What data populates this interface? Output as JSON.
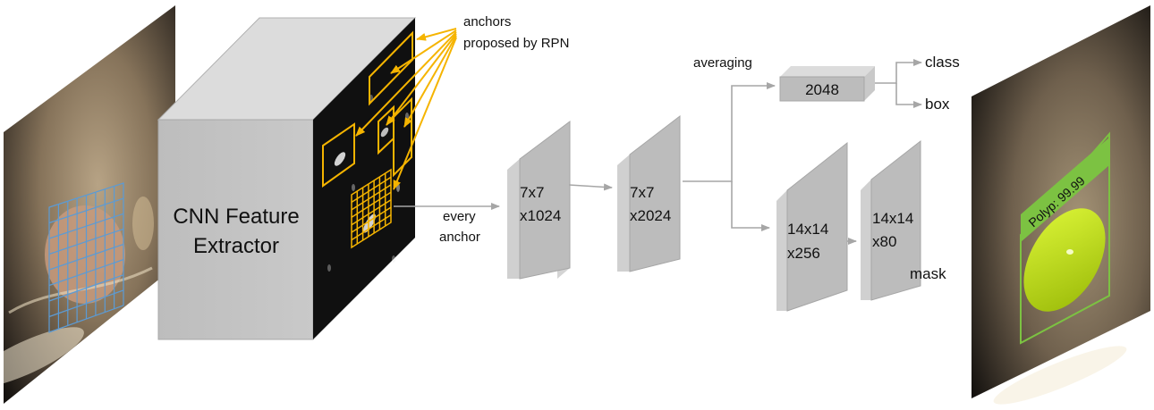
{
  "labels": {
    "cnn_line1": "CNN Feature",
    "cnn_line2": "Extractor",
    "anchors_line1": "anchors",
    "anchors_line2": "proposed by RPN",
    "every_line1": "every",
    "every_line2": "anchor",
    "averaging": "averaging",
    "class": "class",
    "box": "box",
    "mask": "mask",
    "fc": "2048",
    "block1_line1": "7x7",
    "block1_line2": "x1024",
    "block2_line1": "7x7",
    "block2_line2": "x2024",
    "block3_line1": "14x14",
    "block3_line2": "x256",
    "block4_line1": "14x14",
    "block4_line2": "x80",
    "detection": "Polyp: 99.99"
  },
  "colors": {
    "anchor_orange": "#f5b400",
    "grid_blue": "#5b9bd5",
    "detection_green": "#7cc242",
    "mask_yellow": "#d7f000",
    "block_front": "#b7b7b7",
    "block_side": "#d4d4d4",
    "arrow_gray": "#a6a6a6",
    "feature_map": "#101010"
  }
}
